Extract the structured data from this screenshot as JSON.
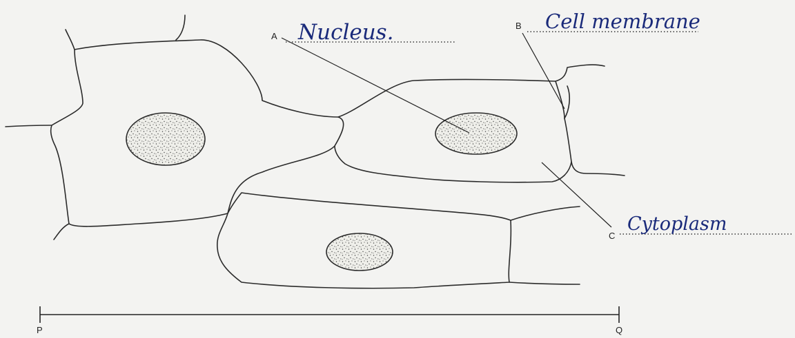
{
  "labels": {
    "A": {
      "letter": "A",
      "answer": "Nucleus."
    },
    "B": {
      "letter": "B",
      "answer": "Cell membrane"
    },
    "C": {
      "letter": "C",
      "answer": "Cytoplasm"
    }
  },
  "scale_bar": {
    "start": "P",
    "end": "Q"
  },
  "colors": {
    "outline": "#2a2a2a",
    "nucleus_fill": "#ebebe6",
    "handwriting": "#1a2a7a",
    "paper": "#f3f3f1"
  }
}
